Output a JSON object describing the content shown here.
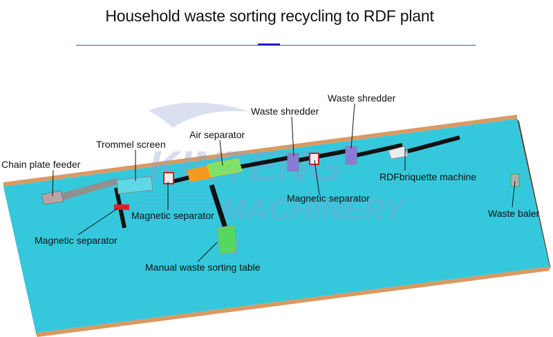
{
  "header": {
    "title": "Household waste sorting recycling to RDF plant"
  },
  "watermark": {
    "brand": "KINTENG",
    "sub": "MACHINERY"
  },
  "labels": {
    "chain_plate_feeder": "Chain plate feeder",
    "trommel_screen": "Trommel screen",
    "air_separator": "Air separator",
    "waste_shredder_1": "Waste shredder",
    "waste_shredder_2": "Waste shredder",
    "rdf_briquette_machine": "RDFbriquette machine",
    "waste_baler": "Waste baler",
    "magnetic_separator_1": "Magnetic separator",
    "magnetic_separator_2": "Magnetic separator",
    "magnetic_separator_3": "Magnetic separator",
    "manual_sorting_table": "Manual waste sorting table"
  },
  "colors": {
    "floor": "#35c8dc",
    "floor_edge": "#d99a62",
    "rule": "#2e63a6",
    "rule_accent": "#1515c4"
  }
}
